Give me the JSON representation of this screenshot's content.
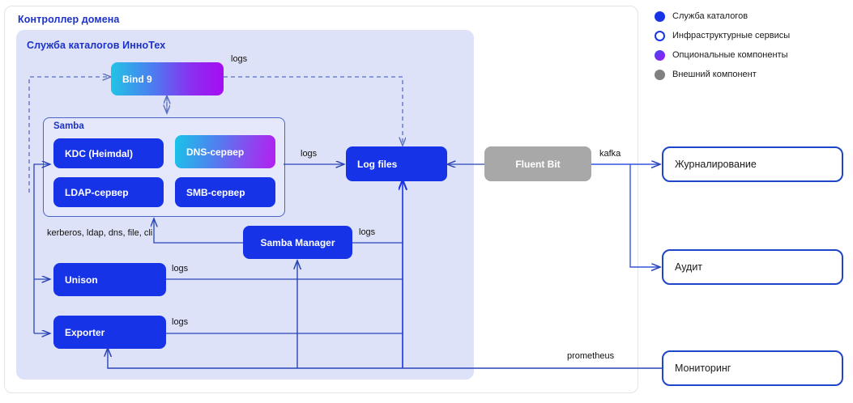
{
  "diagram": {
    "outer_container": {
      "title": "Контроллер домена"
    },
    "inner_container": {
      "title": "Служба каталогов ИнноТех"
    },
    "samba_group": {
      "title": "Samba"
    },
    "nodes": {
      "bind9": "Bind 9",
      "kdc": "KDC (Heimdal)",
      "dns_server": "DNS-сервер",
      "ldap_server": "LDAP-сервер",
      "smb_server": "SMB-сервер",
      "samba_manager": "Samba Manager",
      "unison": "Unison",
      "exporter": "Exporter",
      "log_files": "Log files",
      "fluent_bit": "Fluent Bit"
    },
    "external_nodes": {
      "journaling": "Журналирование",
      "audit": "Аудит",
      "monitoring": "Мониторинг"
    },
    "edge_labels": {
      "logs_bind": "logs",
      "logs_samba": "logs",
      "logs_manager": "logs",
      "logs_unison": "logs",
      "logs_exporter": "logs",
      "protocols": "kerberos, ldap, dns, file, cli",
      "kafka": "kafka",
      "prometheus": "prometheus"
    }
  },
  "legend": {
    "items": [
      {
        "label": "Служба каталогов",
        "marker": "filled-blue-circle-icon",
        "color": "#1733e8"
      },
      {
        "label": "Инфраструктурные сервисы",
        "marker": "hollow-blue-circle-icon",
        "color": "#1733e8"
      },
      {
        "label": "Опциональные компоненты",
        "marker": "gradient-circle-icon",
        "color": "#7b2bf2"
      },
      {
        "label": "Внешний компонент",
        "marker": "filled-grey-circle-icon",
        "color": "#808080"
      }
    ]
  }
}
